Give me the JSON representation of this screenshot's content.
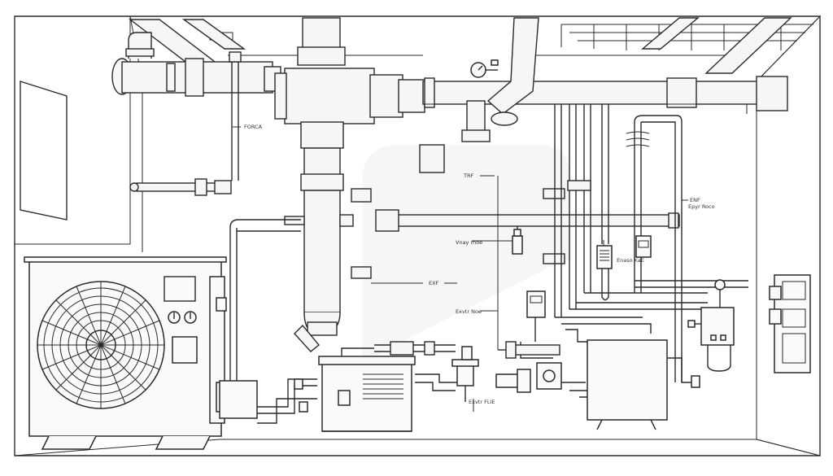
{
  "colors": {
    "wall": "#c9c9c9",
    "ceiling": "#d8d8d8",
    "floor": "#e0e0e0",
    "line": "#2a2a2a",
    "pipe": "#f6f6f6",
    "equipment": "#fafafa"
  },
  "labels": {
    "l1": "FORCA",
    "l2": "TRF",
    "l3": "EXF",
    "l4": "Vnay rnoe",
    "l5": "ENF",
    "l6": "Enaso KaE",
    "l7": "Exvtr Noe",
    "l8": "Exvtr FLIE",
    "l9": "Epyr Roco"
  },
  "icons": [
    "fan-icon",
    "dial-icon",
    "gauge-icon",
    "valve-icon"
  ]
}
